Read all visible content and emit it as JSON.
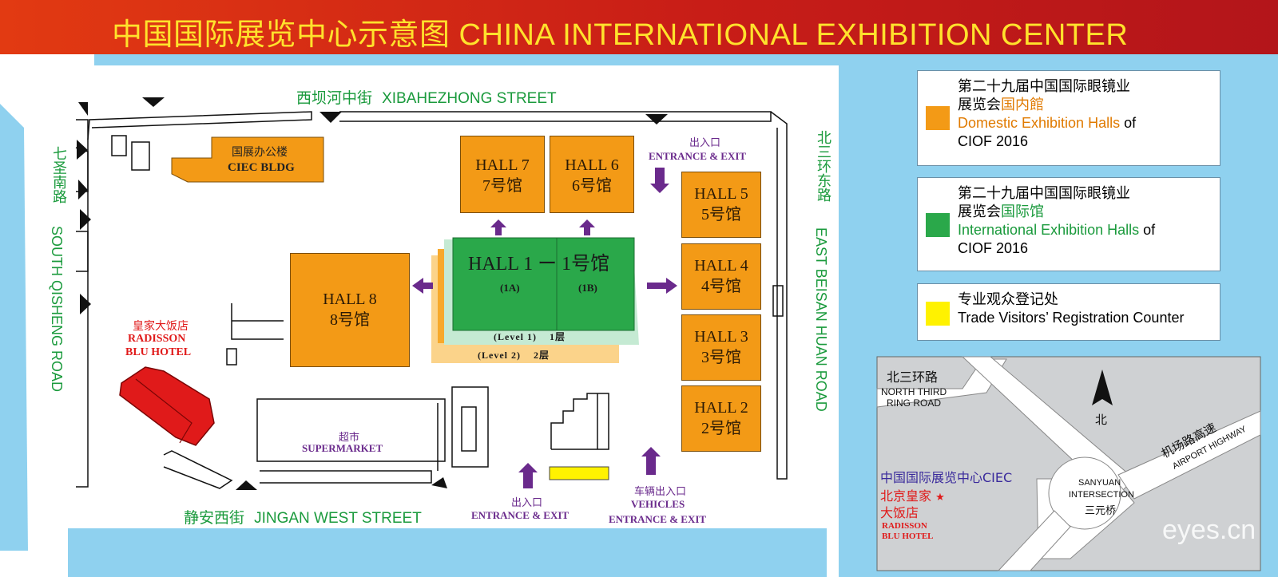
{
  "title": "中国国际展览中心示意图  CHINA INTERNATIONAL EXHIBITION CENTER",
  "colors": {
    "domestic": "#f39a16",
    "international": "#2aa84a",
    "registration": "#fff200",
    "water": "#8fd1ef",
    "street_text": "#1a9a3c",
    "purple": "#6a2a8c",
    "hotel": "#e01a1a"
  },
  "streets": {
    "north_cn": "西坝河中街",
    "north_en": "XIBAHEZHONG STREET",
    "south_cn": "静安西街",
    "south_en": "JINGAN WEST STREET",
    "west_cn": "七圣南路",
    "west_en": "SOUTH QISHENG ROAD",
    "east_cn": "北三环东路",
    "east_en": "EAST BEISAN HUAN ROAD"
  },
  "buildings": {
    "ciec_cn": "国展办公楼",
    "ciec_en": "CIEC BLDG",
    "hotel_cn": "皇家大饭店",
    "hotel_en1": "RADISSON",
    "hotel_en2": "BLU HOTEL",
    "super_cn": "超市",
    "super_en": "SUPERMARKET"
  },
  "halls": {
    "h7_en": "HALL 7",
    "h7_cn": "7号馆",
    "h6_en": "HALL 6",
    "h6_cn": "6号馆",
    "h5_en": "HALL 5",
    "h5_cn": "5号馆",
    "h4_en": "HALL 4",
    "h4_cn": "4号馆",
    "h3_en": "HALL 3",
    "h3_cn": "3号馆",
    "h2_en": "HALL 2",
    "h2_cn": "2号馆",
    "h8_en": "HALL 8",
    "h8_cn": "8号馆",
    "h1_title": "HALL 1 ー 1号馆",
    "h1a": "(1A)",
    "h1b": "(1B)",
    "level1": "(Level 1)    1层",
    "level2": "(Level 2)    2层"
  },
  "entrances": {
    "top_cn": "出入口",
    "top_en": "ENTRANCE & EXIT",
    "bottom_cn": "出入口",
    "bottom_en": "ENTRANCE & EXIT",
    "veh_cn": "车辆出入口",
    "veh_en1": "VEHICLES",
    "veh_en2": "ENTRANCE & EXIT"
  },
  "legend": {
    "domestic": {
      "l1": "第二十九届中国国际眼镜业",
      "l2a": "展览会",
      "l2b": "国内館",
      "l3a": "Domestic Exhibition Halls",
      "l3b": " of",
      "l4": "CIOF 2016"
    },
    "international": {
      "l1": "第二十九届中国国际眼镜业",
      "l2a": "展览会",
      "l2b": "国际馆",
      "l3a": "International Exhibition Halls",
      "l3b": " of",
      "l4": "CIOF 2016"
    },
    "registration": {
      "l1": "专业观众登记处",
      "l2": "Trade Visitors’ Registration Counter"
    }
  },
  "inset": {
    "road_cn": "北三环路",
    "road_en1": "NORTH THIRD",
    "road_en2": "RING ROAD",
    "north": "北",
    "airport_cn": "机场路高速",
    "airport_en": "AIRPORT HIGHWAY",
    "intersection_en1": "SANYUAN",
    "intersection_en2": "INTERSECTION",
    "intersection_cn": "三元桥",
    "ciec": "中国国际展览中心CIEC",
    "hotel_cn1": "北京皇家",
    "hotel_cn2": "大饭店",
    "hotel_en1": "RADISSON",
    "hotel_en2": "BLU HOTEL",
    "watermark": "eyes.cn"
  }
}
